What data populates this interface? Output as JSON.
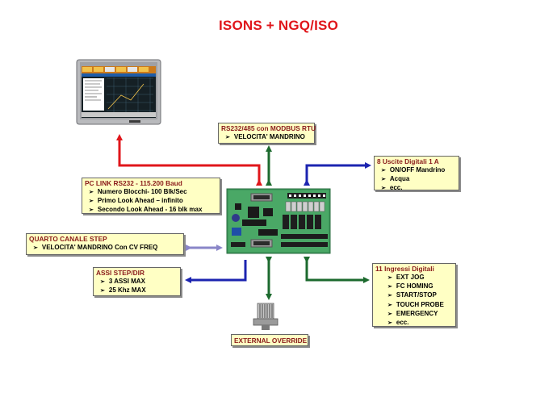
{
  "title": "ISONS + NGQ/ISO",
  "boxes": {
    "rs232_485": {
      "title": "RS232/485 con MODBUS RTU",
      "items": [
        "VELOCITA' MANDRINO"
      ]
    },
    "uscite": {
      "title": "8 Uscite Digitali 1 A",
      "items": [
        "ON/OFF Mandrino",
        "Acqua",
        "ecc."
      ]
    },
    "pc_link": {
      "title": "PC LINK RS232 - 115.200 Baud",
      "items": [
        "Numero Blocchi- 100 Blk/Sec",
        "Primo Look Ahead – infinito",
        "Secondo Look Ahead - 16 blk max"
      ]
    },
    "quarto_canale": {
      "title": "QUARTO CANALE STEP",
      "items": [
        "VELOCITA' MANDRINO Con CV FREQ"
      ]
    },
    "assi": {
      "title": "ASSI STEP/DIR",
      "items": [
        "3 ASSI MAX",
        "25 Khz MAX"
      ]
    },
    "ingressi": {
      "title": "11 Ingressi Digitali",
      "items": [
        "EXT JOG",
        "FC HOMING",
        "START/STOP",
        "TOUCH PROBE",
        "EMERGENCY",
        "ecc."
      ]
    },
    "override": {
      "title": "EXTERNAL OVERRIDE"
    }
  },
  "colors": {
    "title": "#e0161b",
    "box_fill": "#ffffc4",
    "box_title": "#8a1a1a",
    "arrow_red": "#e0161b",
    "arrow_green": "#1c6a2e",
    "arrow_blue": "#1c24b0",
    "arrow_lavender": "#8a86c8",
    "board": "#3f9a5c"
  },
  "icons": {
    "monitor": "touchscreen-monitor-icon",
    "board": "controller-board-icon",
    "knob": "override-potentiometer-icon"
  }
}
